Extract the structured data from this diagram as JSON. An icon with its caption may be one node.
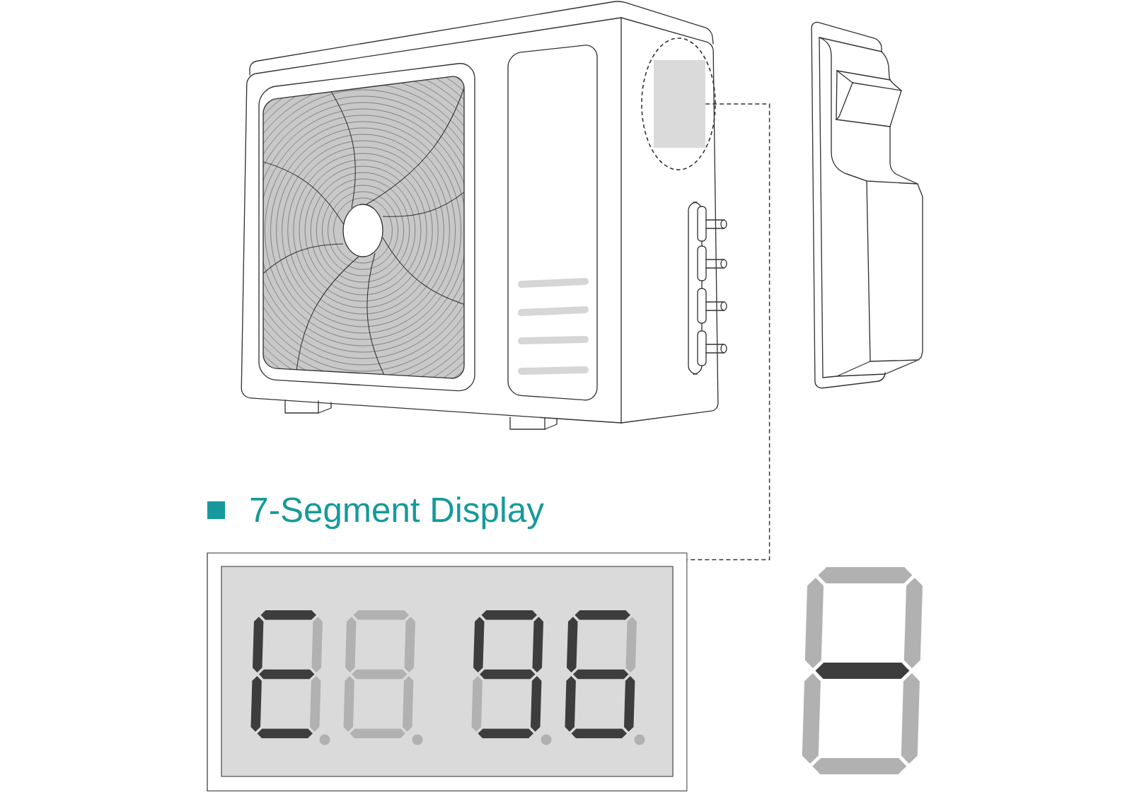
{
  "diagram": {
    "title": "7-Segment Display",
    "nodes": [
      {
        "text": [],
        "shape": "box"
      },
      {
        "text": [],
        "shape": "box"
      }
    ],
    "edges": [
      {
        "from": 0,
        "to": 1,
        "arrow": "none",
        "style": "dashed"
      }
    ]
  }
}
